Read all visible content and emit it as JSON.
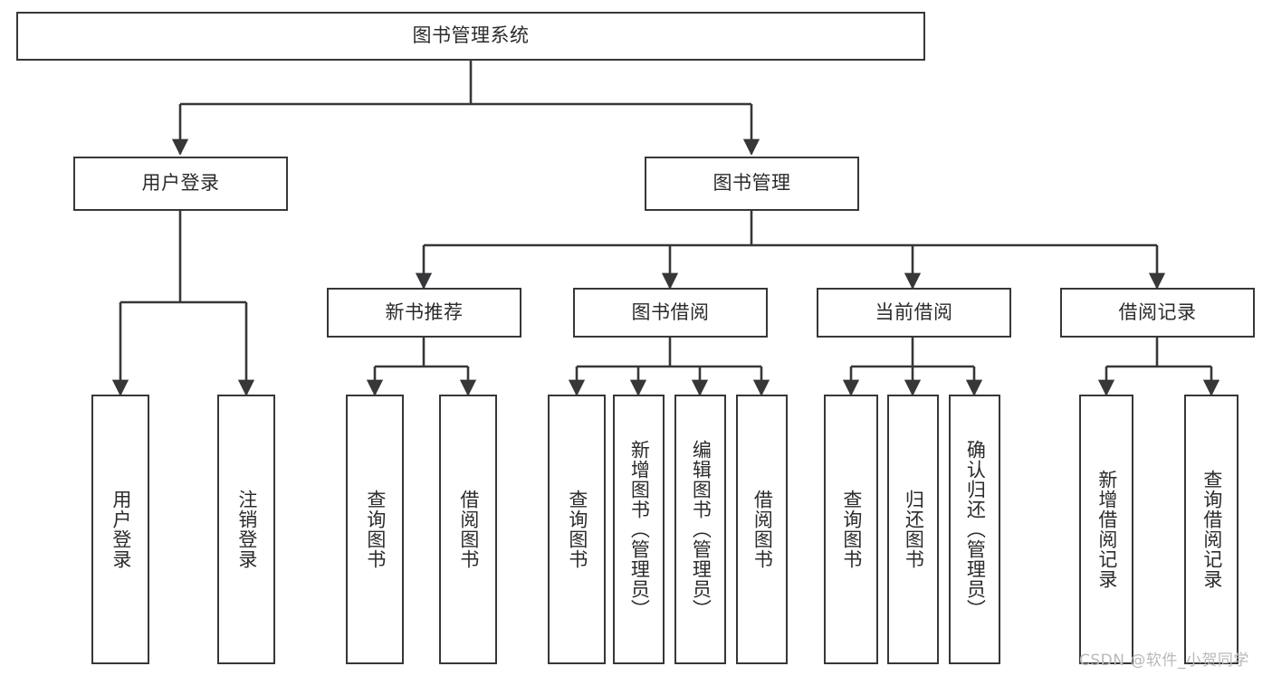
{
  "diagram": {
    "title": "图书管理系统",
    "watermark": "CSDN @软件_小贺同学",
    "colors": {
      "stroke": "#37373a",
      "text": "#2b2b2e",
      "background": "#ffffff",
      "watermark": "#b9b9bd"
    },
    "root": {
      "label": "图书管理系统"
    },
    "level1": [
      {
        "label": "用户登录"
      },
      {
        "label": "图书管理"
      }
    ],
    "level2": [
      {
        "label": "新书推荐"
      },
      {
        "label": "图书借阅"
      },
      {
        "label": "当前借阅"
      },
      {
        "label": "借阅记录"
      }
    ],
    "leaves": {
      "user_login": [
        {
          "label": "用户登录"
        },
        {
          "label": "注销登录"
        }
      ],
      "new_book_recommend": [
        {
          "label": "查询图书"
        },
        {
          "label": "借阅图书"
        }
      ],
      "book_borrow": [
        {
          "label": "查询图书"
        },
        {
          "label": "新增图书（管理员）"
        },
        {
          "label": "编辑图书（管理员）"
        },
        {
          "label": "借阅图书"
        }
      ],
      "current_borrow": [
        {
          "label": "查询图书"
        },
        {
          "label": "归还图书"
        },
        {
          "label": "确认归还（管理员）"
        }
      ],
      "borrow_record": [
        {
          "label": "新增借阅记录"
        },
        {
          "label": "查询借阅记录"
        }
      ]
    }
  }
}
